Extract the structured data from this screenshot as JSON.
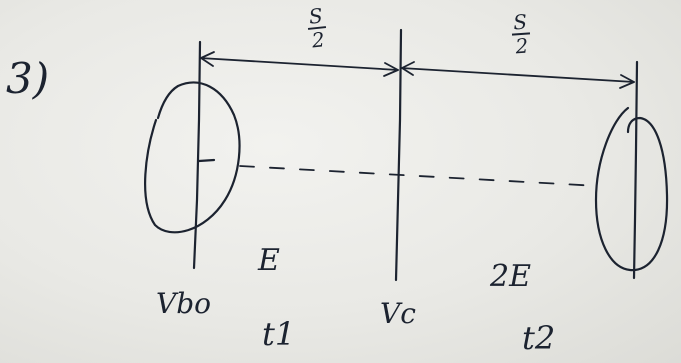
{
  "problem_number": "3)",
  "segments": [
    {
      "numerator": "S",
      "denominator": "2"
    },
    {
      "numerator": "S",
      "denominator": "2"
    }
  ],
  "field_labels": [
    "E",
    "2E"
  ],
  "velocity_labels": [
    "Vbo",
    "Vc"
  ],
  "time_labels": [
    "t1",
    "t2"
  ],
  "ink_color": "#1c2330"
}
